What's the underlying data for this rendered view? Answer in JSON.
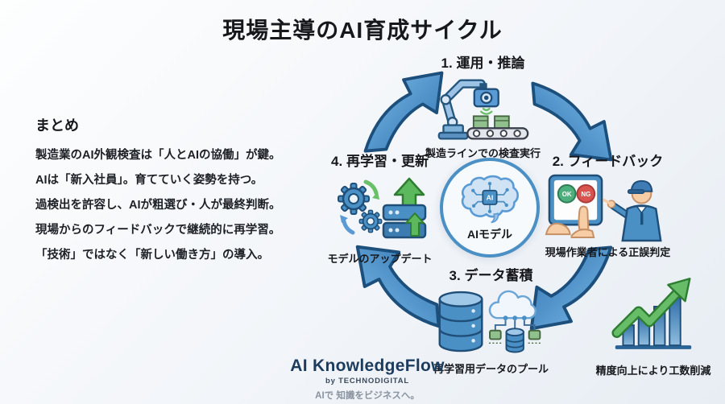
{
  "title": "現場主導のAI育成サイクル",
  "summary": {
    "heading": "まとめ",
    "lines": [
      "製造業のAI外観検査は「人とAIの協働」が鍵。",
      "AIは「新入社員」。育てていく姿勢を持つ。",
      "過検出を許容し、AIが粗選び・人が最終判断。",
      "現場からのフィードバックで継続的に再学習。",
      "「技術」ではなく「新しい働き方」の導入。"
    ]
  },
  "cycle": {
    "center_label": "AIモデル",
    "center_chip": "AI",
    "tablet_ok": "OK",
    "tablet_ng": "NG",
    "stages": [
      {
        "title": "1. 運用・推論",
        "caption": "製造ラインでの検査実行"
      },
      {
        "title": "2. フィードバック",
        "caption": "現場作業者による正誤判定"
      },
      {
        "title": "3. データ蓄積",
        "caption": "再学習用データのプール"
      },
      {
        "title": "4. 再学習・更新",
        "caption": "モデルのアップデート"
      }
    ]
  },
  "benefit": {
    "caption": "精度向上により工数削減"
  },
  "footer": {
    "logo": "AI KnowledgeFlow",
    "byline": "by TECHNODIGITAL",
    "tagline": "AIで 知識をビジネスへ。"
  },
  "colors": {
    "arrow_blue": "#2f75b0",
    "outline_blue": "#1f4e79",
    "accent_blue": "#4a90c4",
    "accent_green": "#5cb85c",
    "ok_green": "#4caf7d",
    "ng_red": "#d9534f",
    "logo_navy": "#1c3c5e",
    "background": "#eef2f7"
  }
}
